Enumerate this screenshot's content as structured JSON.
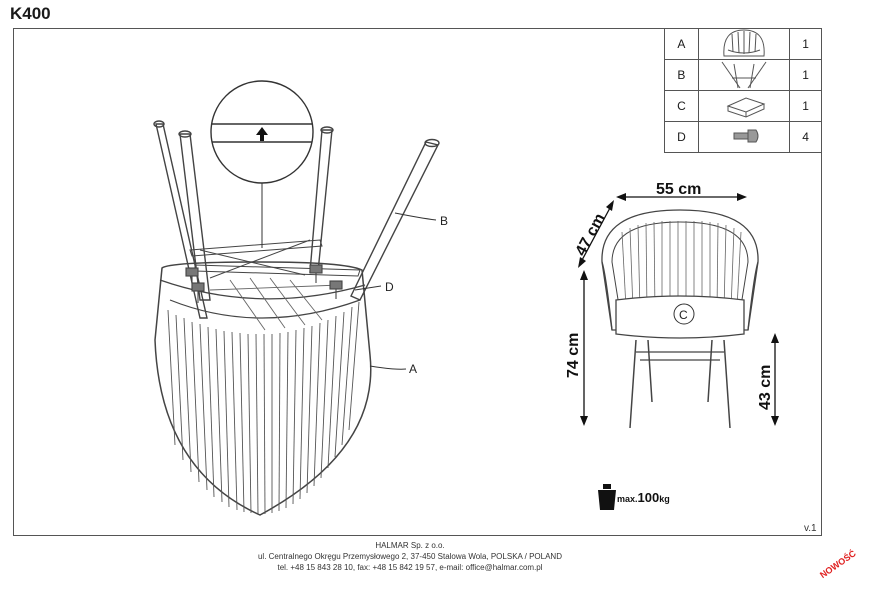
{
  "title": "K400",
  "parts": [
    {
      "letter": "A",
      "icon": "chair-shell-icon",
      "qty": "1"
    },
    {
      "letter": "B",
      "icon": "legs-frame-icon",
      "qty": "1"
    },
    {
      "letter": "C",
      "icon": "cushion-icon",
      "qty": "1"
    },
    {
      "letter": "D",
      "icon": "screw-icon",
      "qty": "4"
    }
  ],
  "callouts": {
    "a": "A",
    "b": "B",
    "c": "C",
    "d": "D"
  },
  "dimensions": {
    "width": "55 cm",
    "depth": "47 cm",
    "height": "74 cm",
    "seat_height": "43 cm"
  },
  "max_load": {
    "prefix": "max.",
    "value": "100",
    "unit": "kg"
  },
  "version": "v.1",
  "footer": {
    "company": "HALMAR Sp. z o.o.",
    "address": "ul. Centralnego Okręgu Przemysłowego 2, 37-450 Stalowa Wola, POLSKA / POLAND",
    "contact": "tel. +48 15 843 28 10, fax: +48 15 842 19 57, e-mail: office@halmar.com.pl"
  },
  "badge": "NOWOŚĆ"
}
